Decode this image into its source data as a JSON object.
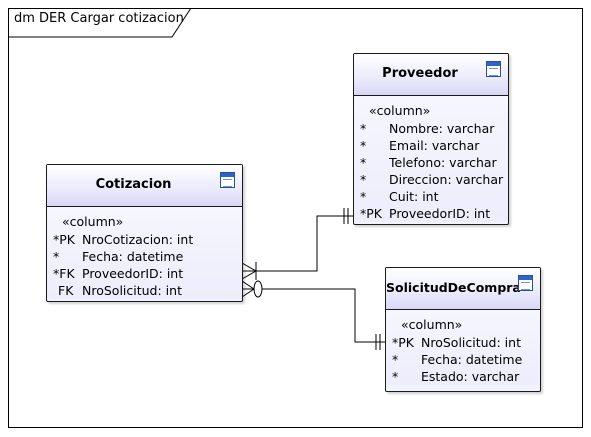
{
  "frame": {
    "title": "dm DER Cargar cotizacion"
  },
  "entities": {
    "cotizacion": {
      "name": "Cotizacion",
      "stereotype": "«column»",
      "columns": [
        {
          "flag": "*PK",
          "text": "NroCotizacion: int"
        },
        {
          "flag": "*",
          "text": "Fecha: datetime"
        },
        {
          "flag": "*FK",
          "text": "ProveedorID: int"
        },
        {
          "flag": "FK",
          "text": "NroSolicitud: int"
        }
      ]
    },
    "proveedor": {
      "name": "Proveedor",
      "stereotype": "«column»",
      "columns": [
        {
          "flag": "*",
          "text": "Nombre: varchar"
        },
        {
          "flag": "*",
          "text": "Email: varchar"
        },
        {
          "flag": "*",
          "text": "Telefono: varchar"
        },
        {
          "flag": "*",
          "text": "Direccion: varchar"
        },
        {
          "flag": "*",
          "text": "Cuit: int"
        },
        {
          "flag": "*PK",
          "text": "ProveedorID: int"
        }
      ]
    },
    "solicitud": {
      "name": "SolicitudDeCompra",
      "stereotype": "«column»",
      "columns": [
        {
          "flag": "*PK",
          "text": "NroSolicitud: int"
        },
        {
          "flag": "*",
          "text": "Fecha: datetime"
        },
        {
          "flag": "*",
          "text": "Estado: varchar"
        }
      ]
    }
  }
}
